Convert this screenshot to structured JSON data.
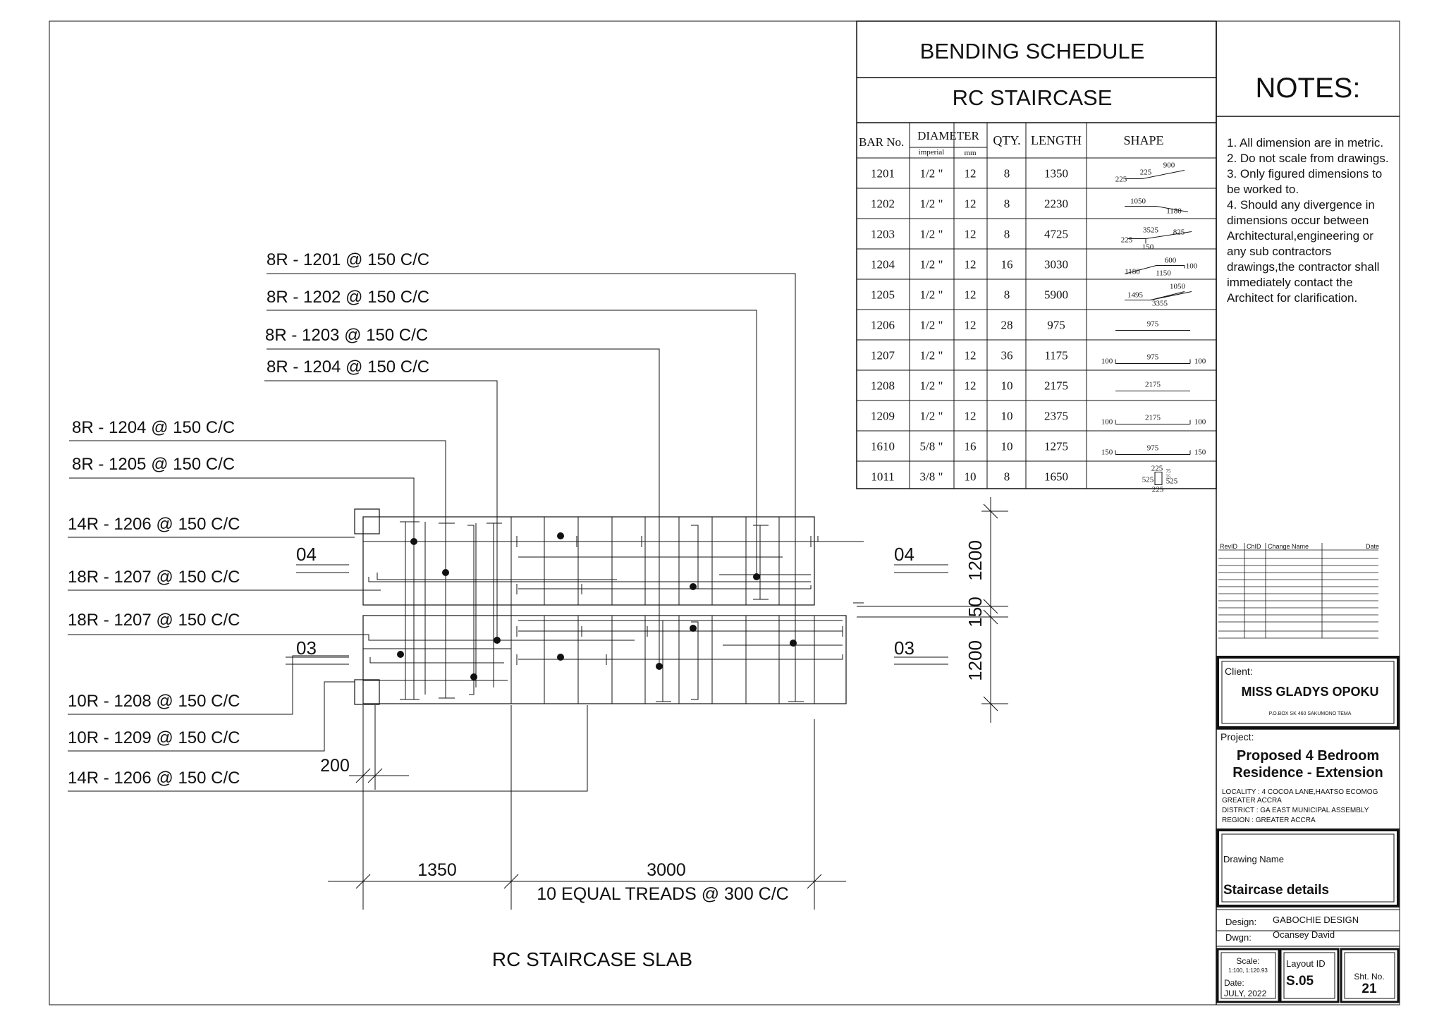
{
  "drawing": {
    "callouts_top": [
      "8R - 1201 @ 150 C/C",
      "8R - 1202 @ 150 C/C",
      "8R - 1203 @ 150 C/C",
      "8R - 1204 @ 150 C/C"
    ],
    "callouts_left": [
      "8R - 1204 @ 150 C/C",
      "8R - 1205 @ 150 C/C",
      "14R - 1206 @ 150 C/C",
      "18R - 1207 @ 150 C/C",
      "18R - 1207 @ 150 C/C",
      "10R - 1208 @ 150 C/C",
      "10R - 1209 @ 150 C/C",
      "14R - 1206 @ 150 C/C"
    ],
    "section_marks": [
      "04",
      "03",
      "04",
      "03"
    ],
    "dims": {
      "d200": "200",
      "d1350": "1350",
      "d3000": "3000",
      "treads": "10 EQUAL TREADS @ 300 C/C",
      "d1200a": "1200",
      "d150": "150",
      "d1200b": "1200"
    },
    "title": "RC  STAIRCASE  SLAB"
  },
  "schedule": {
    "title": "BENDING  SCHEDULE",
    "subtitle": "RC  STAIRCASE",
    "headers": {
      "bar": "BAR  No.",
      "diameter": "DIAMETER",
      "imperial": "imperial",
      "mm": "mm",
      "qty": "QTY.",
      "length": "LENGTH",
      "shape": "SHAPE"
    },
    "rows": [
      {
        "bar": "1201",
        "imp": "1/2 \"",
        "mm": "12",
        "qty": "8",
        "len": "1350",
        "s": [
          "225",
          "225",
          "900"
        ]
      },
      {
        "bar": "1202",
        "imp": "1/2 \"",
        "mm": "12",
        "qty": "8",
        "len": "2230",
        "s": [
          "1050",
          "1180"
        ]
      },
      {
        "bar": "1203",
        "imp": "1/2 \"",
        "mm": "12",
        "qty": "8",
        "len": "4725",
        "s": [
          "225",
          "3525",
          "825",
          "150"
        ]
      },
      {
        "bar": "1204",
        "imp": "1/2 \"",
        "mm": "12",
        "qty": "16",
        "len": "3030",
        "s": [
          "1180",
          "600",
          "100",
          "1150"
        ]
      },
      {
        "bar": "1205",
        "imp": "1/2 \"",
        "mm": "12",
        "qty": "8",
        "len": "5900",
        "s": [
          "1495",
          "3355",
          "1050"
        ]
      },
      {
        "bar": "1206",
        "imp": "1/2 \"",
        "mm": "12",
        "qty": "28",
        "len": "975",
        "s": [
          "975"
        ]
      },
      {
        "bar": "1207",
        "imp": "1/2 \"",
        "mm": "12",
        "qty": "36",
        "len": "1175",
        "s": [
          "100",
          "975",
          "100"
        ]
      },
      {
        "bar": "1208",
        "imp": "1/2 \"",
        "mm": "12",
        "qty": "10",
        "len": "2175",
        "s": [
          "2175"
        ]
      },
      {
        "bar": "1209",
        "imp": "1/2 \"",
        "mm": "12",
        "qty": "10",
        "len": "2375",
        "s": [
          "100",
          "2175",
          "100"
        ]
      },
      {
        "bar": "1610",
        "imp": "5/8 \"",
        "mm": "16",
        "qty": "10",
        "len": "1275",
        "s": [
          "150",
          "975",
          "150"
        ]
      },
      {
        "bar": "1011",
        "imp": "3/8 \"",
        "mm": "10",
        "qty": "8",
        "len": "1650",
        "s": [
          "225",
          "75",
          "75",
          "525",
          "525",
          "225"
        ]
      }
    ]
  },
  "notes": {
    "title": "NOTES:",
    "lines": [
      "1. All dimension are in metric.",
      "2. Do not scale from drawings.",
      "3. Only figured dimensions to",
      "be worked to.",
      "4. Should any divergence in",
      "dimensions occur between",
      "Architectural,engineering or",
      "any sub contractors",
      "drawings,the contractor shall",
      "immediately contact the",
      "Architect for clarification."
    ]
  },
  "revision": {
    "headers": [
      "RevID",
      "ChID",
      "Change Name",
      "Date"
    ]
  },
  "client": {
    "label": "Client:",
    "name": "MISS GLADYS OPOKU",
    "address": "P.O.BOX SK 460 SAKUMONO TEMA"
  },
  "project": {
    "label": "Project:",
    "name_line1": "Proposed 4 Bedroom",
    "name_line2": "Residence - Extension",
    "details": [
      "LOCALITY :  4 COCOA LANE,HAATSO ECOMOG",
      "GREATER ACCRA",
      "DISTRICT   : GA EAST MUNICIPAL ASSEMBLY",
      "REGION    : GREATER ACCRA"
    ]
  },
  "drawing_name": {
    "label": "Drawing Name",
    "value": "Staircase details"
  },
  "credits": {
    "design_label": "Design:",
    "design_value": "GABOCHIE DESIGN",
    "dwgn_label": "Dwgn:",
    "dwgn_value": "Ocansey David"
  },
  "footer": {
    "scale_label": "Scale:",
    "scale_value": "1:100, 1:120.93",
    "date_label": "Date:",
    "date_value": "JULY, 2022",
    "layout_label": "Layout ID",
    "layout_value": "S.05",
    "sheet_label": "Sht. No.",
    "sheet_value": "21"
  }
}
